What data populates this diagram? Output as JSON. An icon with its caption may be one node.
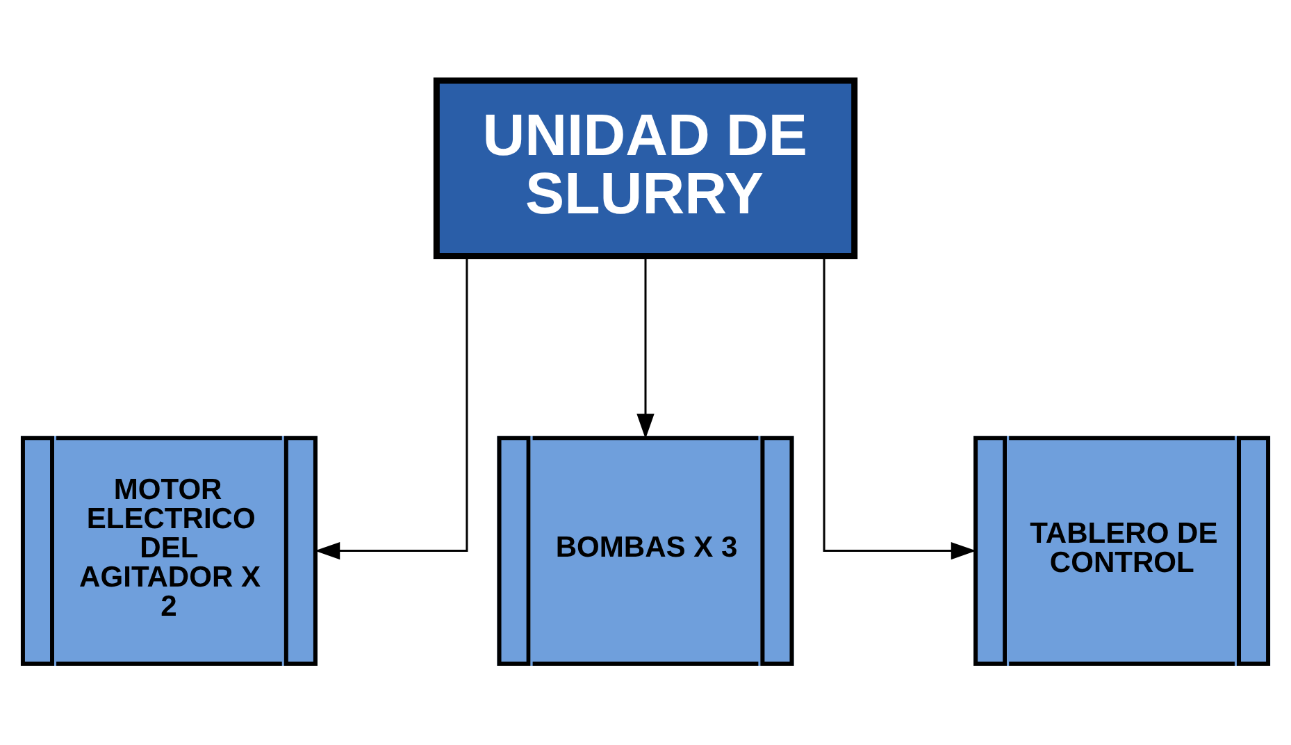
{
  "diagram": {
    "nodes": [
      {
        "text": [
          "UNIDAD DE SLURRY"
        ]
      },
      {
        "text": [
          "MOTOR ELECTRICO DEL AGITADOR X 2"
        ]
      },
      {
        "text": [
          "BOMBAS X 3"
        ]
      },
      {
        "text": [
          "TABLERO DE CONTROL"
        ]
      }
    ],
    "edges": [
      {
        "from": 0,
        "to": 1,
        "arrow": "to"
      },
      {
        "from": 0,
        "to": 2,
        "arrow": "to"
      },
      {
        "from": 0,
        "to": 3,
        "arrow": "to"
      }
    ]
  }
}
